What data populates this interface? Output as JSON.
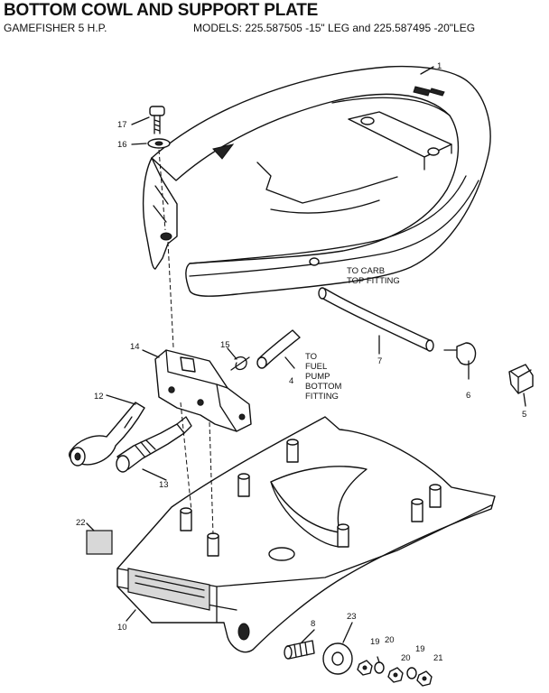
{
  "header": {
    "title": "BOTTOM COWL AND SUPPORT PLATE",
    "subtitle": "GAMEFISHER 5 H.P.",
    "models": "MODELS:  225.587505 -15\" LEG and  225.587495 -20\"LEG"
  },
  "callouts": {
    "p1": "1",
    "p4": "4",
    "p5": "5",
    "p6": "6",
    "p7": "7",
    "p8": "8",
    "p10": "10",
    "p12": "12",
    "p13": "13",
    "p14": "14",
    "p15": "15",
    "p16": "16",
    "p17": "17",
    "p19a": "19",
    "p19b": "19",
    "p20a": "20",
    "p20b": "20",
    "p21": "21",
    "p22": "22",
    "p23": "23"
  },
  "notes": {
    "carb_line1": "TO CARB",
    "carb_line2": "TOP FITTING",
    "fuel_line1": "TO",
    "fuel_line2": "FUEL",
    "fuel_line3": "PUMP",
    "fuel_line4": "BOTTOM",
    "fuel_line5": "FITTING"
  }
}
